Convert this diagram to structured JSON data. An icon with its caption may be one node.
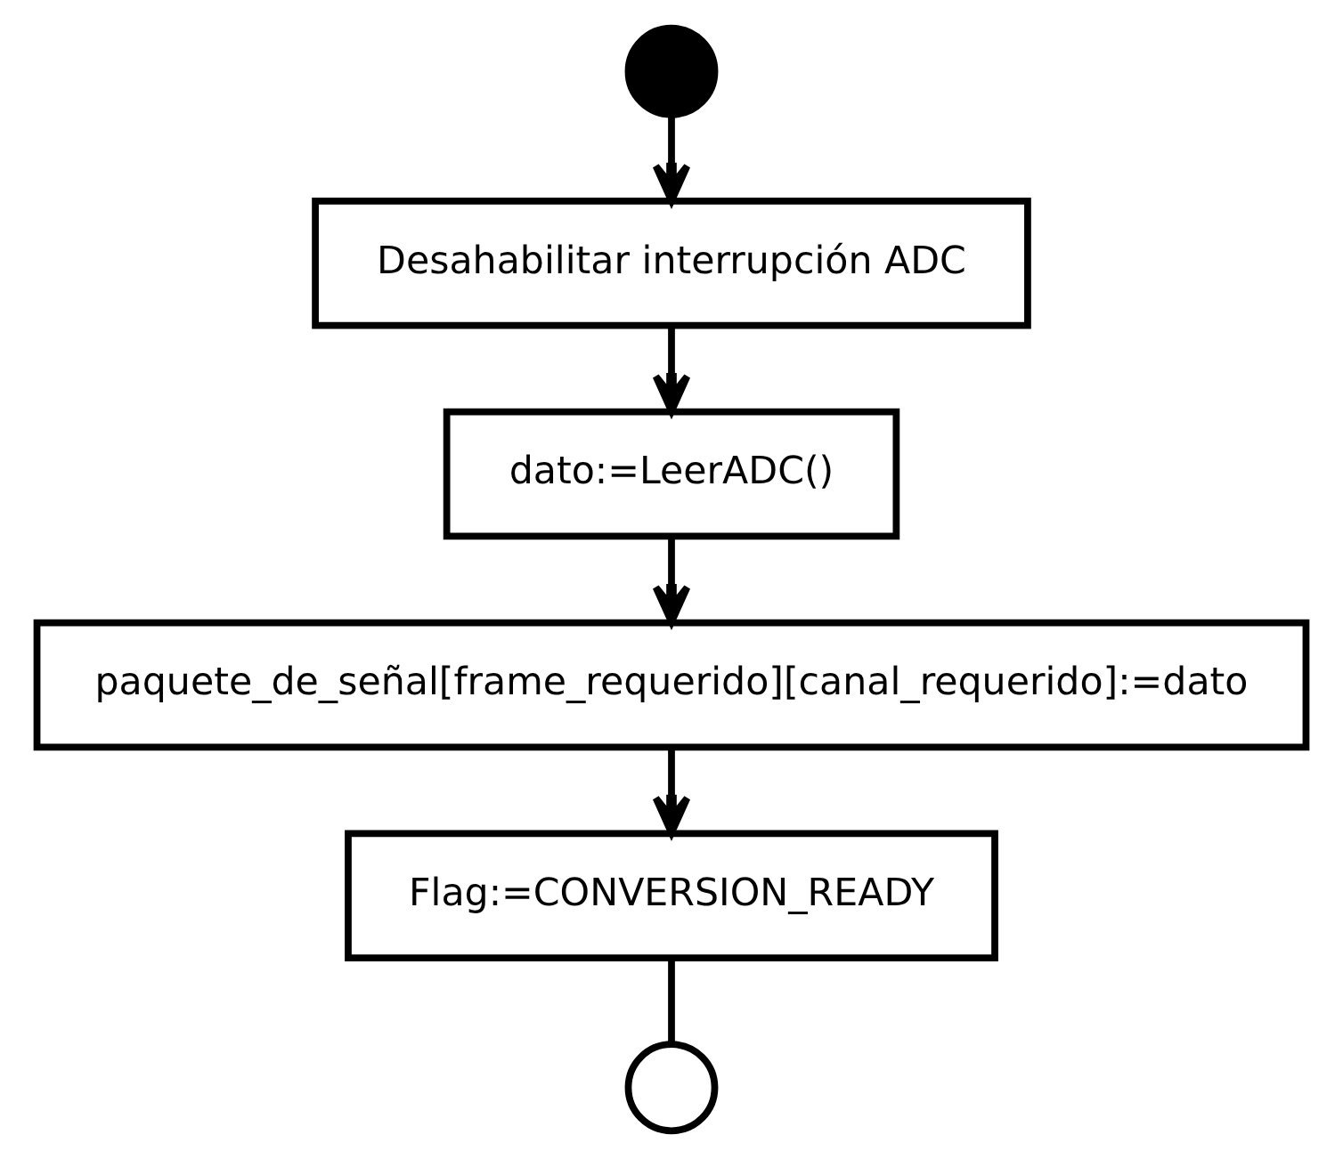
{
  "diagram": {
    "nodes": [
      {
        "text": [],
        "shape": "circle"
      },
      {
        "text": [
          "Desahabilitar interrupción ADC"
        ]
      },
      {
        "text": [
          "dato:=LeerADC()"
        ]
      },
      {
        "text": [
          "paquete_de_señal[frame_requerido][canal_requerido]:=dato"
        ]
      },
      {
        "text": [
          "Flag:=CONVERSION_READY"
        ]
      },
      {
        "text": [],
        "shape": "circle"
      }
    ],
    "edges": [
      {
        "from": 0,
        "to": 1,
        "arrow": "to"
      },
      {
        "from": 1,
        "to": 2,
        "arrow": "to"
      },
      {
        "from": 2,
        "to": 3,
        "arrow": "to"
      },
      {
        "from": 3,
        "to": 4,
        "arrow": "to"
      },
      {
        "from": 4,
        "to": 5,
        "arrow": "none"
      }
    ]
  }
}
